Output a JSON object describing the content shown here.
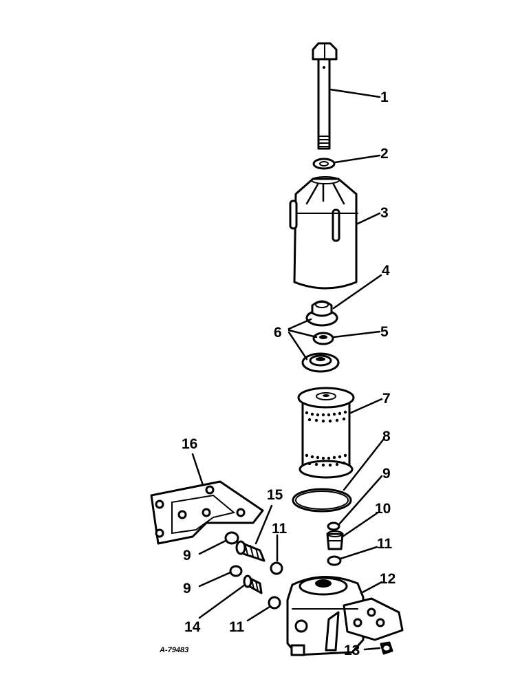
{
  "diagram": {
    "drawing_code": "A-79483",
    "callouts": [
      {
        "key": "c1",
        "label": "1"
      },
      {
        "key": "c2",
        "label": "2"
      },
      {
        "key": "c3",
        "label": "3"
      },
      {
        "key": "c4",
        "label": "4"
      },
      {
        "key": "c5",
        "label": "5"
      },
      {
        "key": "c6",
        "label": "6"
      },
      {
        "key": "c7",
        "label": "7"
      },
      {
        "key": "c8",
        "label": "8"
      },
      {
        "key": "c9a",
        "label": "9"
      },
      {
        "key": "c10",
        "label": "10"
      },
      {
        "key": "c11a",
        "label": "11"
      },
      {
        "key": "c12",
        "label": "12"
      },
      {
        "key": "c13",
        "label": "13"
      },
      {
        "key": "c16",
        "label": "16"
      },
      {
        "key": "c15",
        "label": "15"
      },
      {
        "key": "c11b",
        "label": "11"
      },
      {
        "key": "c9b",
        "label": "9"
      },
      {
        "key": "c9c",
        "label": "9"
      },
      {
        "key": "c14",
        "label": "14"
      },
      {
        "key": "c11c",
        "label": "11"
      }
    ]
  }
}
